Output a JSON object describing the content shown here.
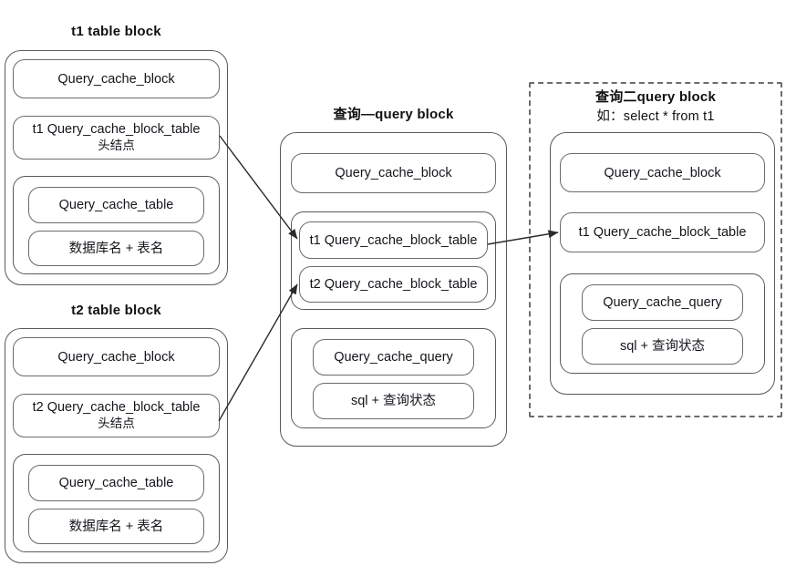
{
  "diagram": {
    "title_font_color": "#111111",
    "line_color": "#5a5a5a",
    "dashed_color": "#6d6d6d"
  },
  "t1_block": {
    "title": "t1 table block",
    "cache_block": "Query_cache_block",
    "head_node_line1": "t1 Query_cache_block_table",
    "head_node_line2": "头结点",
    "group": {
      "cache_table": "Query_cache_table",
      "db_table": "数据库名 + 表名"
    }
  },
  "t2_block": {
    "title": "t2 table block",
    "cache_block": "Query_cache_block",
    "head_node_line1": "t2 Query_cache_block_table",
    "head_node_line2": "头结点",
    "group": {
      "cache_table": "Query_cache_table",
      "db_table": "数据库名 + 表名"
    }
  },
  "query1_block": {
    "title": "查询—query block",
    "cache_block": "Query_cache_block",
    "table_group": {
      "t1_entry": "t1 Query_cache_block_table",
      "t2_entry": "t2 Query_cache_block_table"
    },
    "query_group": {
      "cache_query": "Query_cache_query",
      "sql_status": "sql + 查询状态"
    }
  },
  "query2_block": {
    "title_line1": "查询二query block",
    "title_line2": "如：select * from t1",
    "cache_block": "Query_cache_block",
    "t1_entry": "t1 Query_cache_block_table",
    "query_group": {
      "cache_query": "Query_cache_query",
      "sql_status": "sql + 查询状态"
    }
  },
  "arrows": [
    {
      "name": "t1-head-to-query1-t1",
      "from": "t1 table block head node",
      "to": "query1 t1 entry"
    },
    {
      "name": "t2-head-to-query1-t2",
      "from": "t2 table block head node",
      "to": "query1 t2 entry"
    },
    {
      "name": "query1-t1-to-query2-t1",
      "from": "query1 t1 entry",
      "to": "query2 t1 entry"
    }
  ]
}
